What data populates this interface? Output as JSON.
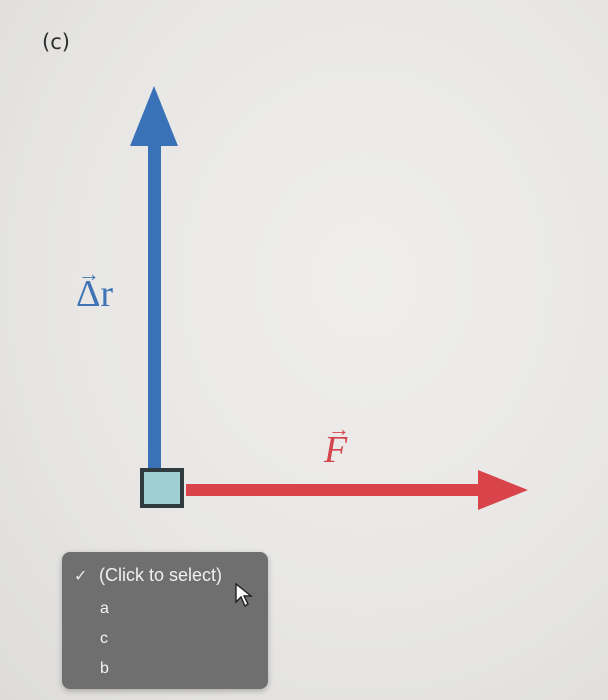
{
  "part_label": "(c)",
  "vectors": {
    "displacement_label": "Δr",
    "force_label": "F",
    "displacement_color": "#3a72b8",
    "force_color": "#d9434a",
    "object_color": "#9fcfd3"
  },
  "dropdown": {
    "selected": "(Click to select)",
    "options": [
      "a",
      "c",
      "b"
    ]
  }
}
